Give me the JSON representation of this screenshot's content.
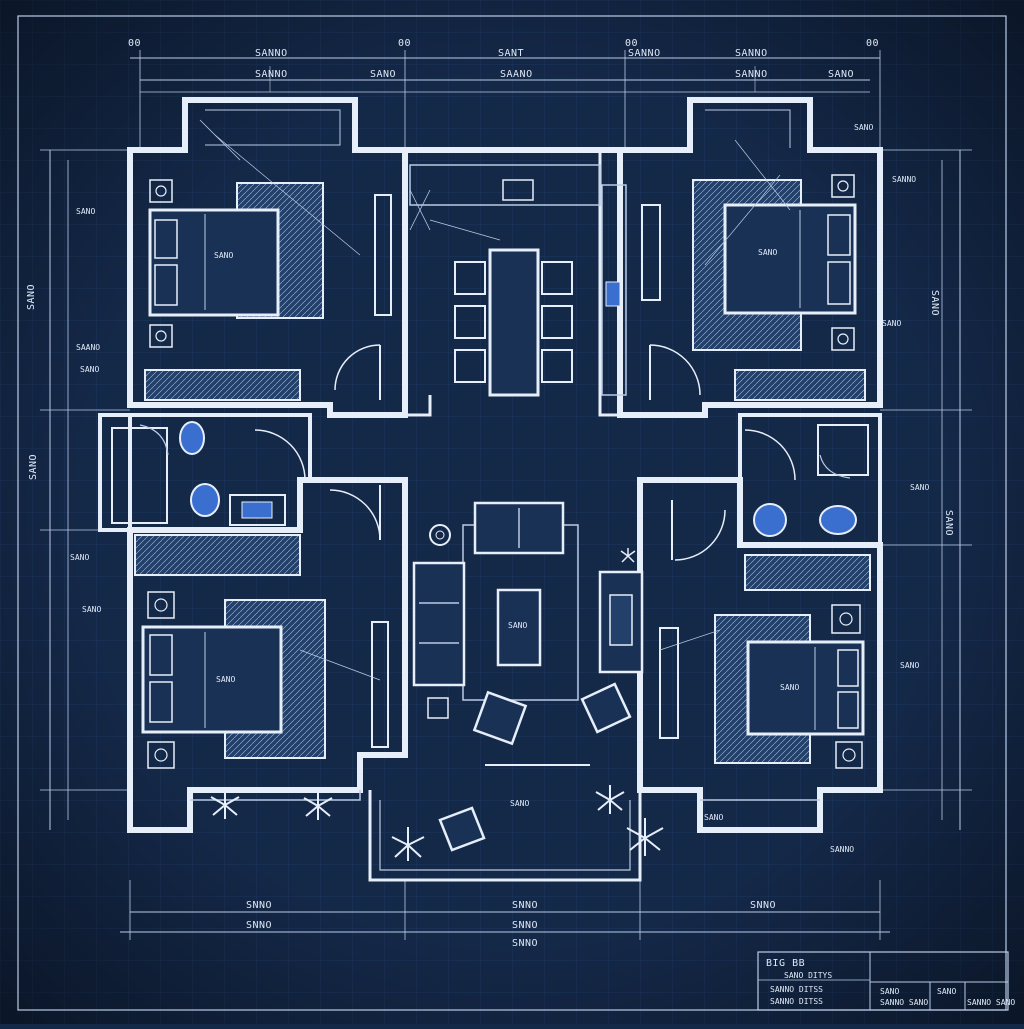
{
  "drawing": {
    "top_corner_labels": [
      "00",
      "00",
      "00",
      "00"
    ],
    "top_dims_row1": [
      "SANNO",
      "SANT",
      "SANNO",
      "SANNO"
    ],
    "top_dims_row2": [
      "SANNO",
      "SANO",
      "SAANO",
      "SANNO",
      "SANO"
    ],
    "left_labels": [
      "SANO",
      "SANO",
      "SAANO",
      "SANO",
      "SANO",
      "SANO",
      "SANO"
    ],
    "right_labels": [
      "SANNO",
      "SANO",
      "SANO",
      "SANO",
      "SANO",
      "SANO",
      "SANNO"
    ],
    "bottom_dims": [
      "SNNO",
      "SNNO",
      "SNNO",
      "SNNO",
      "SNNO",
      "SNNO"
    ],
    "room_tags": [
      "SANO",
      "SANO",
      "SANO",
      "SANO",
      "SANO",
      "SANO",
      "SANO",
      "SANO"
    ],
    "title_block": {
      "title": "BIG BB",
      "subtitle": "SANO DITYS",
      "rows": [
        "SANNO DITSS",
        "SANNO DITSS"
      ],
      "cells": [
        "SANO",
        "SANO",
        "SANNO SANO",
        "SANNO SANO"
      ]
    }
  },
  "colors": {
    "background": "#142848",
    "ink": "#e6eef9",
    "fixture_blue": "#3a6fd0"
  }
}
